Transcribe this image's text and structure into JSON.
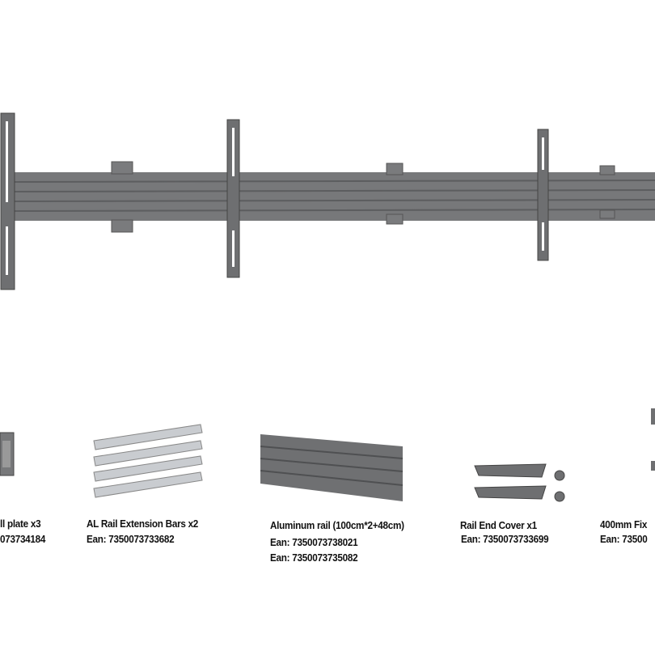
{
  "colors": {
    "rail": "#77787a",
    "rail_dark": "#5c5d5f",
    "bracket": "#6e6f71",
    "silver": "#c9ccd0",
    "text": "#111111"
  },
  "parts": [
    {
      "name": "ll plate x3",
      "ean": "073734184"
    },
    {
      "name": "AL Rail Extension Bars x2",
      "ean": "Ean: 7350073733682"
    },
    {
      "name": "Aluminum rail (100cm*2+48cm)",
      "ean": "Ean: 7350073738021",
      "ean2": "Ean: 7350073735082"
    },
    {
      "name": "Rail End Cover x1",
      "ean": "Ean: 7350073733699"
    },
    {
      "name": "400mm Fix",
      "ean": "Ean: 73500"
    }
  ]
}
